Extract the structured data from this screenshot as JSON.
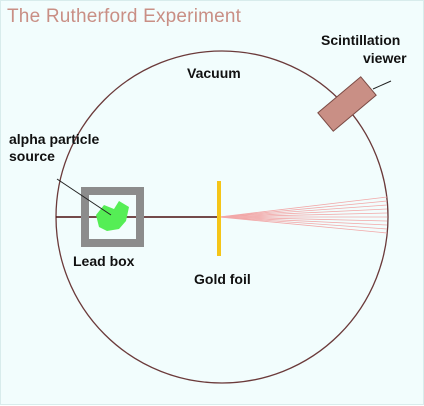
{
  "title": "The Rutherford Experiment",
  "labels": {
    "vacuum": "Vacuum",
    "scintillation_line1": "Scintillation",
    "scintillation_line2": "viewer",
    "alpha_line1": "alpha particle",
    "alpha_line2": "source",
    "lead_box": "Lead box",
    "gold_foil": "Gold foil"
  },
  "colors": {
    "title": "#c98f85",
    "chamber_outline": "#6b3a3a",
    "lead_box": "#8c8c8c",
    "source": "#55ee55",
    "beam": "#4a1010",
    "gold_foil": "#f5c518",
    "scattered_rays": "#f2a8a8",
    "viewer": "#c98f85"
  }
}
